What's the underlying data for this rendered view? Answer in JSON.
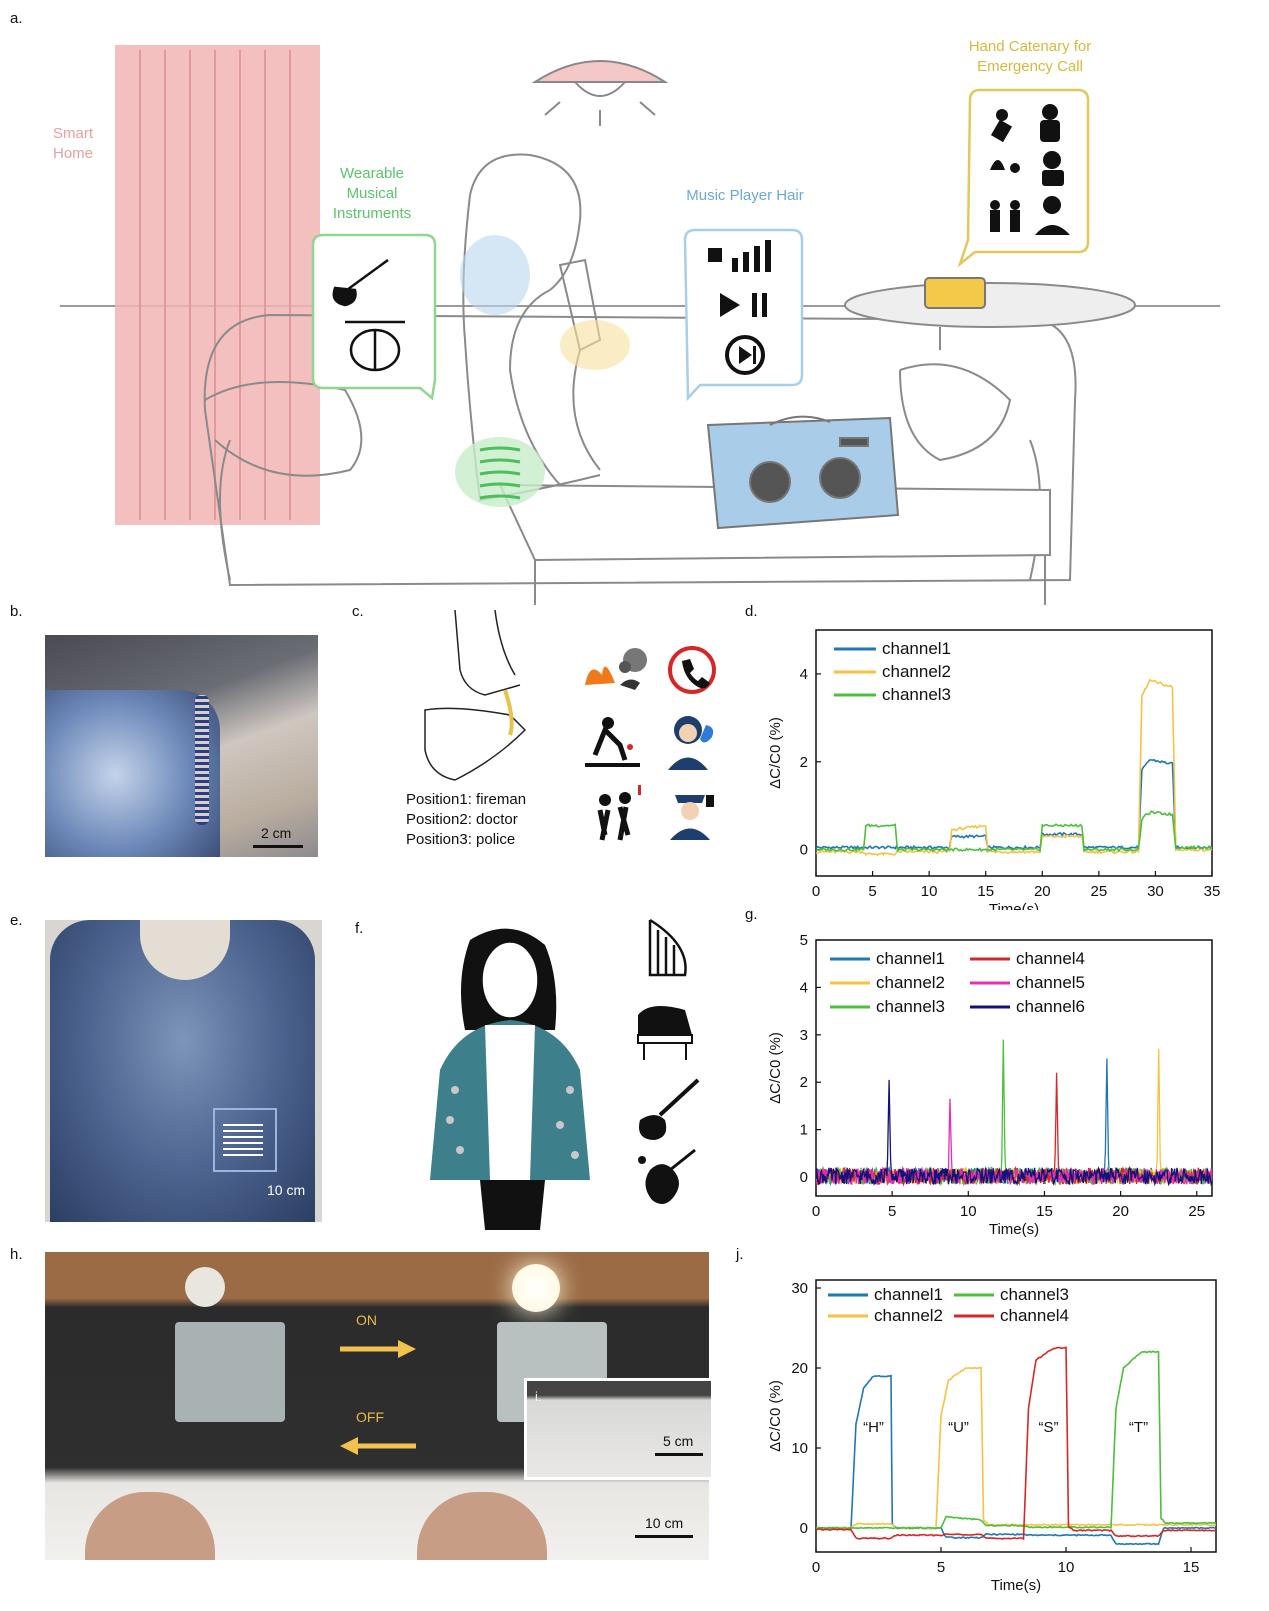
{
  "panel_labels": {
    "a": "a.",
    "b": "b.",
    "c": "c.",
    "d": "d.",
    "e": "e.",
    "f": "f.",
    "g": "g.",
    "h": "h.",
    "i": "i.",
    "j": "j."
  },
  "panel_a": {
    "smart_home": [
      "Smart",
      "Home"
    ],
    "wearable": [
      "Wearable",
      "Musical",
      "Instruments"
    ],
    "music_player": "Music Player Hair",
    "hand_catenary": [
      "Hand Catenary for",
      "Emergency Call"
    ],
    "colors": {
      "smart_home": "#e8a0a0",
      "wearable": "#5cc46b",
      "music": "#6aa8d8",
      "hand": "#d9b83a"
    }
  },
  "panel_b": {
    "scale": "2 cm"
  },
  "panel_c": {
    "positions": [
      "Position1: fireman",
      "Position2: doctor",
      "Position3: police"
    ]
  },
  "panel_e": {
    "scale": "10 cm"
  },
  "panel_h": {
    "on": "ON",
    "off": "OFF",
    "scale": "10 cm"
  },
  "panel_i": {
    "scale": "5 cm"
  },
  "chart_data": [
    {
      "id": "d",
      "type": "line",
      "xlabel": "Time(s)",
      "ylabel": "ΔC/C0 (%)",
      "xlim": [
        0,
        35
      ],
      "ylim": [
        -0.6,
        5
      ],
      "xticks": [
        0,
        5,
        10,
        15,
        20,
        25,
        30,
        35
      ],
      "xtick_labels": [
        "0",
        "5",
        "10",
        "15",
        "20",
        "25",
        "30",
        "35"
      ],
      "yticks": [
        0,
        2,
        4
      ],
      "legend": "top-left",
      "series": [
        {
          "name": "channel1",
          "color": "#1f77b4",
          "x": [
            0,
            4.2,
            4.4,
            7,
            7.2,
            11.8,
            12,
            15,
            15.2,
            19.8,
            20,
            23.5,
            23.7,
            28.5,
            28.8,
            29.5,
            31.5,
            31.8,
            35
          ],
          "y": [
            0.05,
            0.05,
            0.05,
            0.05,
            0.05,
            0.05,
            0.3,
            0.3,
            0.05,
            0.05,
            0.35,
            0.35,
            0.05,
            0.05,
            1.8,
            2.05,
            1.95,
            0.05,
            0.05
          ]
        },
        {
          "name": "channel2",
          "color": "#f5c242",
          "x": [
            0,
            4.2,
            4.4,
            7,
            7.2,
            11.8,
            12,
            15,
            15.2,
            19.8,
            20,
            23.5,
            23.7,
            28.5,
            28.8,
            29.5,
            31.5,
            31.8,
            35
          ],
          "y": [
            -0.05,
            -0.05,
            -0.1,
            -0.1,
            -0.05,
            -0.05,
            0.45,
            0.55,
            -0.05,
            -0.05,
            0.3,
            0.3,
            -0.05,
            -0.05,
            3.5,
            3.85,
            3.7,
            0.0,
            0.0
          ]
        },
        {
          "name": "channel3",
          "color": "#4cbf3c",
          "x": [
            0,
            4.2,
            4.4,
            7,
            7.2,
            11.8,
            12,
            15,
            15.2,
            19.8,
            20,
            23.5,
            23.7,
            28.5,
            28.8,
            29.5,
            31.5,
            31.8,
            35
          ],
          "y": [
            0.0,
            0.0,
            0.55,
            0.55,
            0.0,
            0.0,
            0.0,
            0.0,
            0.0,
            0.0,
            0.55,
            0.55,
            0.0,
            0.0,
            0.7,
            0.85,
            0.8,
            0.05,
            0.05
          ]
        }
      ]
    },
    {
      "id": "g",
      "type": "line",
      "xlabel": "Time(s)",
      "ylabel": "ΔC/C0 (%)",
      "xlim": [
        0,
        26
      ],
      "ylim": [
        -0.4,
        5
      ],
      "xticks": [
        0,
        5,
        10,
        15,
        20,
        25
      ],
      "yticks": [
        0,
        1,
        2,
        3,
        4,
        5
      ],
      "legend": "top-left",
      "series": [
        {
          "name": "channel1",
          "color": "#1f77b4",
          "peak_x": 19.1,
          "peak_y": 2.5
        },
        {
          "name": "channel2",
          "color": "#f5c242",
          "peak_x": 22.5,
          "peak_y": 2.7
        },
        {
          "name": "channel3",
          "color": "#4cbf3c",
          "peak_x": 12.3,
          "peak_y": 2.9
        },
        {
          "name": "channel4",
          "color": "#d62728",
          "peak_x": 15.8,
          "peak_y": 2.2
        },
        {
          "name": "channel5",
          "color": "#e62fb0",
          "peak_x": 8.8,
          "peak_y": 1.65
        },
        {
          "name": "channel6",
          "color": "#12127a",
          "peak_x": 4.8,
          "peak_y": 2.05
        }
      ]
    },
    {
      "id": "j",
      "type": "line",
      "xlabel": "Time(s)",
      "ylabel": "ΔC/C0 (%)",
      "xlim": [
        0,
        16
      ],
      "ylim": [
        -3,
        31
      ],
      "xticks": [
        0,
        5,
        10,
        15
      ],
      "yticks": [
        0,
        10,
        20,
        30
      ],
      "legend": "top-left",
      "annotations": [
        {
          "text": "“H”",
          "x": 2.3,
          "y": 12
        },
        {
          "text": "“U”",
          "x": 5.7,
          "y": 12
        },
        {
          "text": "“S”",
          "x": 9.3,
          "y": 12
        },
        {
          "text": "“T”",
          "x": 12.9,
          "y": 12
        }
      ],
      "series": [
        {
          "name": "channel1",
          "color": "#1f77b4",
          "x": [
            0,
            1.4,
            1.6,
            1.9,
            2.3,
            3.0,
            3.05,
            3.2,
            5.0,
            5.2,
            6.6,
            6.8,
            8.3,
            8.5,
            10.1,
            10.3,
            11.8,
            12.0,
            13.7,
            13.9,
            16
          ],
          "y": [
            0,
            0,
            13,
            17.5,
            19,
            19,
            0.5,
            0,
            0,
            -1.2,
            -1.2,
            -0.8,
            -0.8,
            -0.9,
            -0.9,
            -0.9,
            -0.9,
            -2,
            -2,
            0,
            0
          ]
        },
        {
          "name": "channel2",
          "color": "#f5c242",
          "x": [
            0,
            1.4,
            1.6,
            3.0,
            3.2,
            4.8,
            5.0,
            5.3,
            6.0,
            6.6,
            6.7,
            6.9,
            8.3,
            8.5,
            10.1,
            10.3,
            11.8,
            12.0,
            13.7,
            13.9,
            16
          ],
          "y": [
            0,
            0,
            0.5,
            0.5,
            0,
            0,
            14,
            18.5,
            20,
            20,
            1,
            0.4,
            0.4,
            0.4,
            0.4,
            0.4,
            0.4,
            0.4,
            0.4,
            0.4,
            0.4
          ]
        },
        {
          "name": "channel3",
          "color": "#4cbf3c",
          "x": [
            0,
            1.4,
            1.6,
            3.0,
            3.2,
            5.0,
            5.2,
            6.6,
            6.8,
            8.3,
            8.5,
            10.1,
            10.3,
            11.8,
            12.0,
            12.3,
            13.0,
            13.7,
            13.8,
            14.0,
            16
          ],
          "y": [
            0,
            0,
            0,
            0,
            0,
            0,
            1.4,
            1.0,
            0.3,
            0.3,
            0.1,
            0.1,
            0.1,
            0.1,
            15,
            20,
            22,
            22,
            1.2,
            0.6,
            0.6
          ]
        },
        {
          "name": "channel4",
          "color": "#d62728",
          "x": [
            0,
            1.4,
            1.6,
            3.0,
            3.2,
            5.0,
            5.2,
            6.6,
            6.8,
            8.3,
            8.5,
            8.8,
            9.5,
            10.0,
            10.1,
            10.3,
            11.8,
            12.0,
            13.7,
            13.9,
            16
          ],
          "y": [
            -0.2,
            -0.2,
            -1.3,
            -1.3,
            -0.9,
            -0.9,
            -0.8,
            -0.8,
            -1.3,
            -1.3,
            15,
            21,
            22.5,
            22.5,
            0.2,
            -0.3,
            -0.3,
            -1,
            -1,
            -0.3,
            -0.3
          ]
        }
      ]
    }
  ]
}
